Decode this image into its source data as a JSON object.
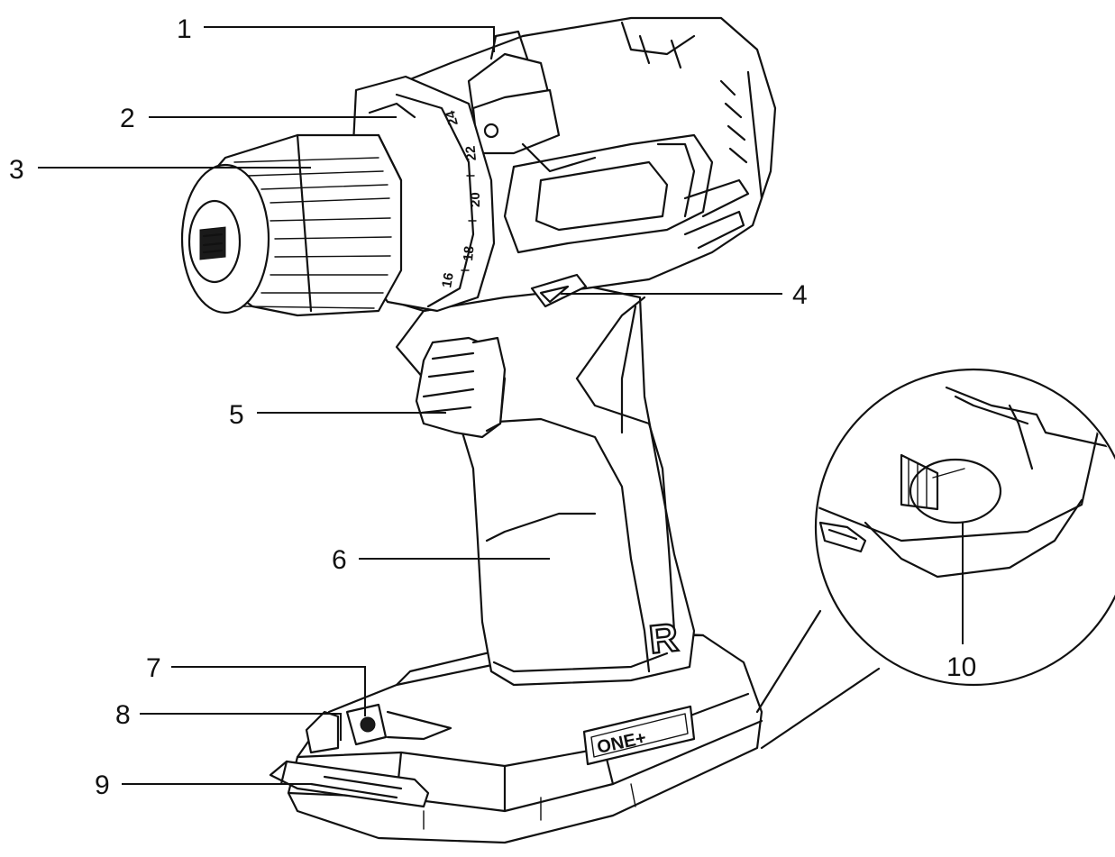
{
  "callouts": [
    {
      "id": "1",
      "label": "1"
    },
    {
      "id": "2",
      "label": "2"
    },
    {
      "id": "3",
      "label": "3"
    },
    {
      "id": "4",
      "label": "4"
    },
    {
      "id": "5",
      "label": "5"
    },
    {
      "id": "6",
      "label": "6"
    },
    {
      "id": "7",
      "label": "7"
    },
    {
      "id": "8",
      "label": "8"
    },
    {
      "id": "9",
      "label": "9"
    },
    {
      "id": "10",
      "label": "10"
    }
  ],
  "torque_scale": [
    "16",
    "18",
    "20",
    "22",
    "24"
  ],
  "battery_logo": "ONE+",
  "brand_mark": "R"
}
